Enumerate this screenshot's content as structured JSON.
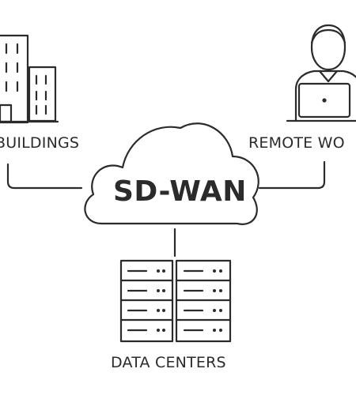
{
  "diagram": {
    "center": {
      "label": "SD-WAN"
    },
    "nodes": {
      "buildings": {
        "label": "BUILDINGS",
        "icon": "building-icon"
      },
      "remote_workers": {
        "label": "REMOTE WO",
        "icon": "remote-worker-icon"
      },
      "data_centers": {
        "label": "DATA CENTERS",
        "icon": "server-rack-icon"
      }
    },
    "colors": {
      "stroke": "#2b2b2b",
      "background": "#ffffff"
    }
  }
}
